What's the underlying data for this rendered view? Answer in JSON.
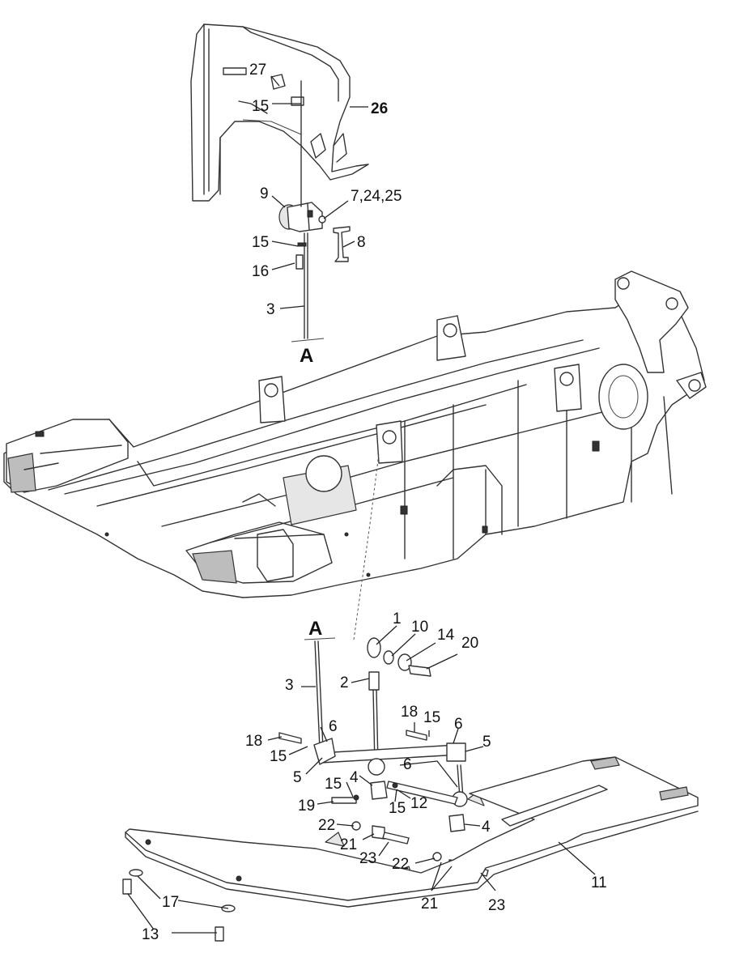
{
  "labels": {
    "p1": "1",
    "p2": "2",
    "p3_top": "3",
    "p3_bottom": "3",
    "p4_a": "4",
    "p4_b": "4",
    "p5_a": "5",
    "p5_b": "5",
    "p6_a": "6",
    "p6_b": "6",
    "p6_c": "6",
    "p7_24_25": "7,24,25",
    "p8": "8",
    "p9": "9",
    "p10": "10",
    "p11": "11",
    "p12": "12",
    "p13": "13",
    "p14": "14",
    "p15_a": "15",
    "p15_b": "15",
    "p15_c": "15",
    "p15_d": "15",
    "p15_e": "15",
    "p15_f": "15",
    "p16": "16",
    "p17": "17",
    "p18_a": "18",
    "p18_b": "18",
    "p19": "19",
    "p20": "20",
    "p21_a": "21",
    "p21_b": "21",
    "p22_a": "22",
    "p22_b": "22",
    "p23_a": "23",
    "p23_b": "23",
    "p26": "26",
    "p27": "27"
  },
  "markers": {
    "a_top": "A",
    "a_bottom": "A"
  }
}
